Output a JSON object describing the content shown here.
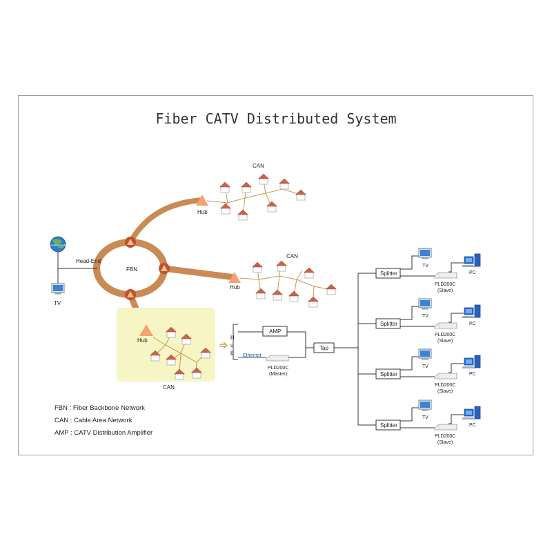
{
  "title": "Fiber CATV Distributed System",
  "labels": {
    "head_end": "Head-End",
    "tv": "TV",
    "fbn": "FBN",
    "hub": "Hub",
    "can": "CAN",
    "amp": "AMP",
    "tap": "Tap",
    "hub_vertical": [
      "H",
      "u",
      "b"
    ],
    "ethernet": "Ethernet",
    "master_model": "PLD200C",
    "master_role": "(Master)",
    "splitter": "Splitter",
    "pc": "PC",
    "slave_model": "PLD200C",
    "slave_role": "(Slave)",
    "globe_text": "EVERYWHERE"
  },
  "legend": [
    "FBN : Fiber Backbone Network",
    "CAN : Cable Area Network",
    "AMP : CATV Distribution Amplifier"
  ],
  "colors": {
    "fiber": "#c98a55",
    "node": "#c0502a",
    "hub": "#f4a370",
    "branch": "#c8964e",
    "roof": "#c8644a",
    "highlight": "#f6f5c4",
    "ethernet": "#1d4f9a"
  }
}
